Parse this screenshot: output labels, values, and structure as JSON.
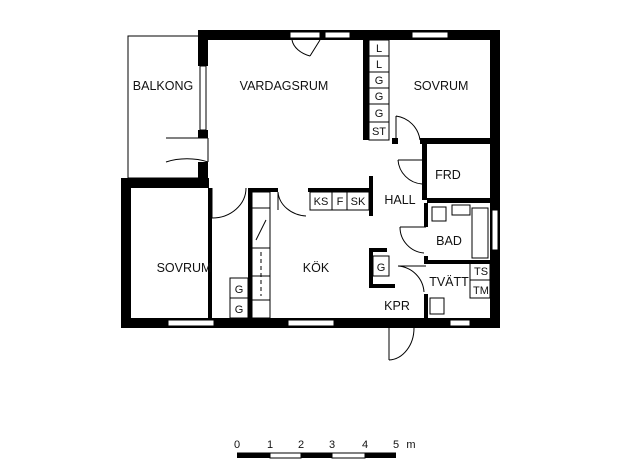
{
  "rooms": {
    "balkong": "BALKONG",
    "vardagsrum": "VARDAGSRUM",
    "sovrum_top": "SOVRUM",
    "frd": "FRD",
    "hall": "HALL",
    "bad": "BAD",
    "sovrum_left": "SOVRUM",
    "kok": "KÖK",
    "tvatt": "TVÄTT",
    "kpr": "KPR"
  },
  "cabinets": {
    "wardrobe_top": [
      "L",
      "L",
      "G",
      "G",
      "G",
      "ST"
    ],
    "kitchen": [
      "KS",
      "F",
      "SK"
    ],
    "sovrum_left": [
      "G",
      "G"
    ],
    "hall": "G",
    "tvatt": [
      "TS",
      "TM"
    ]
  },
  "scale": {
    "ticks": [
      "0",
      "1",
      "2",
      "3",
      "4",
      "5"
    ],
    "unit": "m"
  }
}
